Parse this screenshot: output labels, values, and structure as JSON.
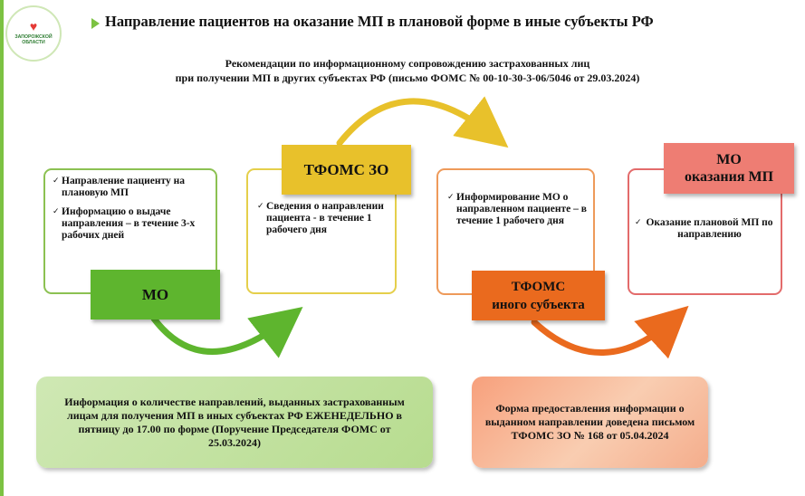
{
  "logo": {
    "text": "ЗАПОРОЖСКОЙ ОБЛАСТИ",
    "icon": "heart-hands-icon"
  },
  "header": {
    "title": "Направление пациентов на оказание МП в плановой форме в иные субъекты РФ",
    "subtitle_line1": "Рекомендации по информационному сопровождению застрахованных лиц",
    "subtitle_line2": "при получении МП в других субъектах РФ (письмо ФОМС № 00-10-30-3-06/5046 от 29.03.2024)"
  },
  "steps": [
    {
      "label": "МО",
      "items": [
        "Направление пациенту на плановую МП",
        "Информацию о выдаче направления – в течение 3-х рабочих дней"
      ]
    },
    {
      "label": "ТФОМС ЗО",
      "items": [
        "Сведения о направлении пациента  - в течение 1 рабочего дня"
      ]
    },
    {
      "label_line1": "ТФОМС",
      "label_line2": "иного субъекта",
      "items": [
        "Информирование МО о направленном пациенте – в течение 1 рабочего дня"
      ]
    },
    {
      "label_line1": "МО",
      "label_line2": "оказания МП",
      "items": [
        "Оказание плановой МП по направлению"
      ]
    }
  ],
  "check_glyph": "✓",
  "bottom_left": "Информация о количестве направлений, выданных застрахованным лицам для получения МП в иных субъектах РФ ЕЖЕНЕДЕЛЬНО в пятницу до 17.00 по форме (Поручение Председателя ФОМС от 25.03.2024)",
  "bottom_right": "Форма предоставления информации о выданном направлении доведена письмом ТФОМС ЗО № 168 от 05.04.2024",
  "colors": {
    "green": "#5eb52e",
    "yellow": "#e8c12b",
    "orange": "#ea6a1e",
    "salmon": "#ee7d73"
  }
}
